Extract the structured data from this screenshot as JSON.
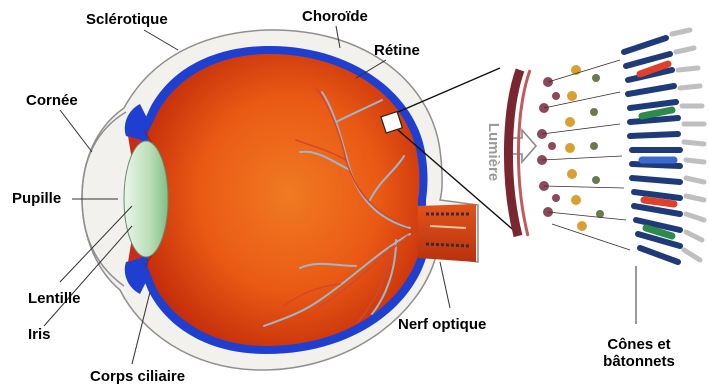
{
  "labels": {
    "sclerotique": "Sclérotique",
    "choroide": "Choroïde",
    "retine": "Rétine",
    "cornee": "Cornée",
    "pupille": "Pupille",
    "lentille": "Lentille",
    "iris": "Iris",
    "corps_ciliaire": "Corps ciliaire",
    "nerf_optique": "Nerf optique",
    "cones_line1": "Cônes et",
    "cones_line2": "bâtonnets",
    "lumiere": "Lumière"
  },
  "colors": {
    "sclera": "#f3f1ee",
    "choroid": "#1f3fd0",
    "retina_orange": "#ef5a16",
    "retina_red": "#d8320e",
    "lens": "#b6dcb4",
    "vessel": "#9fb6c8",
    "photoreceptor_blue": "#1e3a78",
    "cone_red": "#e0402a",
    "cone_green": "#2e8a4a"
  }
}
